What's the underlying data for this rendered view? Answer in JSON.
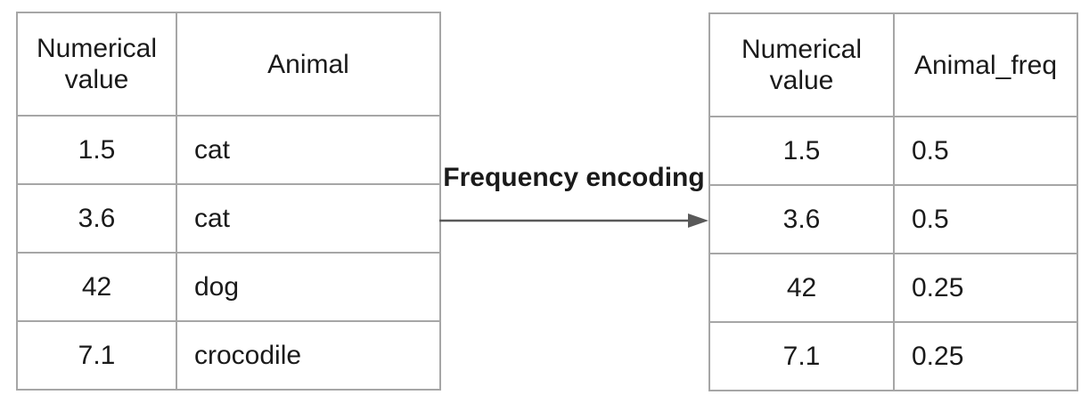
{
  "diagram": {
    "label": "Frequency encoding"
  },
  "left_table": {
    "columns": [
      "Numerical value",
      "Animal"
    ],
    "rows": [
      [
        "1.5",
        "cat"
      ],
      [
        "3.6",
        "cat"
      ],
      [
        "42",
        "dog"
      ],
      [
        "7.1",
        "crocodile"
      ]
    ]
  },
  "right_table": {
    "columns": [
      "Numerical value",
      "Animal_freq"
    ],
    "rows": [
      [
        "1.5",
        "0.5"
      ],
      [
        "3.6",
        "0.5"
      ],
      [
        "42",
        "0.25"
      ],
      [
        "7.1",
        "0.25"
      ]
    ]
  },
  "colors": {
    "table_border": "#a6a6a6",
    "arrow": "#595959",
    "text": "#1a1a1a",
    "background": "#ffffff"
  }
}
